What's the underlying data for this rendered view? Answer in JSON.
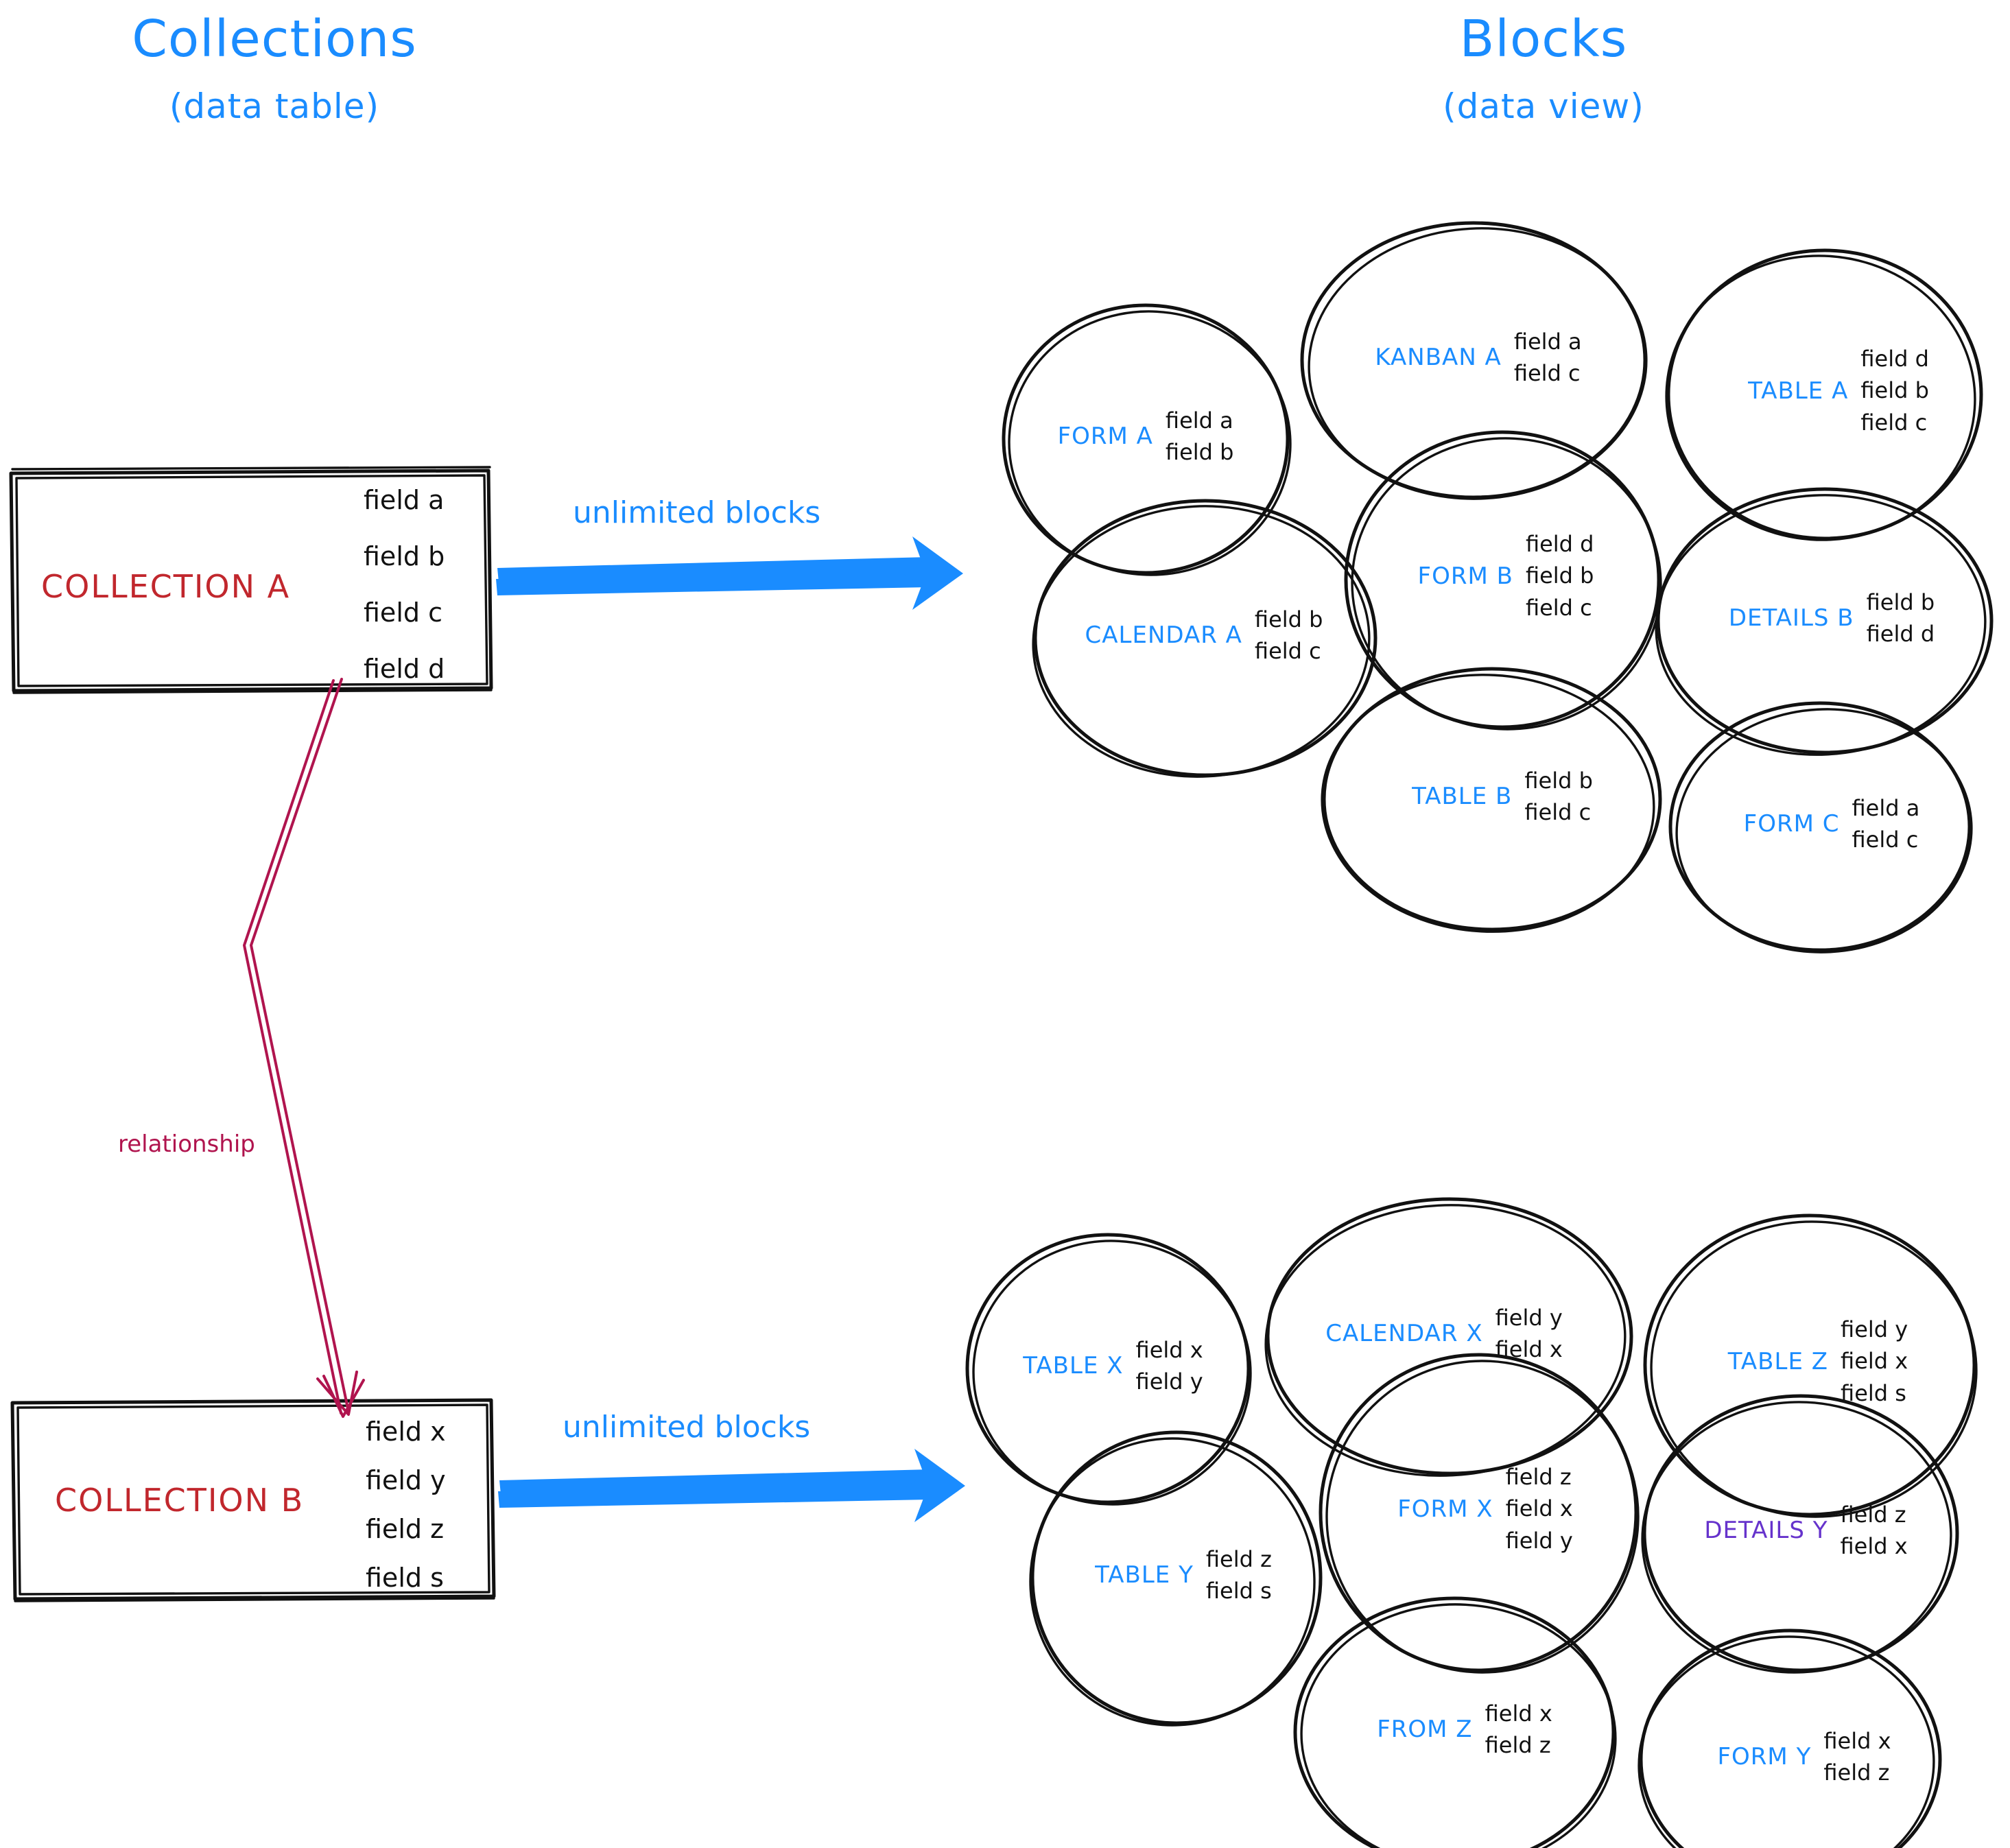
{
  "headers": {
    "left": {
      "title": "Collections",
      "subtitle": "(data table)"
    },
    "right": {
      "title": "Blocks",
      "subtitle": "(data view)"
    }
  },
  "colors": {
    "accent_blue": "#1a8cff",
    "collection_red": "#c1272d",
    "relationship_crimson": "#b0144e",
    "details_violet": "#6633cc",
    "stroke_black": "#111111",
    "background": "#ffffff"
  },
  "collections": [
    {
      "name": "COLLECTION A",
      "fields": [
        "field a",
        "field b",
        "field c",
        "field d"
      ],
      "arrow_label": "unlimited blocks"
    },
    {
      "name": "COLLECTION B",
      "fields": [
        "field x",
        "field y",
        "field z",
        "field s"
      ],
      "arrow_label": "unlimited blocks"
    }
  ],
  "relationship": {
    "label": "relationship"
  },
  "block_groups": [
    {
      "for_collection": "COLLECTION A",
      "blocks": [
        {
          "name": "FORM A",
          "fields": [
            "field a",
            "field b"
          ],
          "color": "blue"
        },
        {
          "name": "KANBAN A",
          "fields": [
            "field a",
            "field c"
          ],
          "color": "blue"
        },
        {
          "name": "TABLE A",
          "fields": [
            "field d",
            "field b",
            "field c"
          ],
          "color": "blue"
        },
        {
          "name": "CALENDAR A",
          "fields": [
            "field b",
            "field c"
          ],
          "color": "blue"
        },
        {
          "name": "FORM B",
          "fields": [
            "field d",
            "field b",
            "field c"
          ],
          "color": "blue"
        },
        {
          "name": "DETAILS B",
          "fields": [
            "field b",
            "field d"
          ],
          "color": "blue"
        },
        {
          "name": "TABLE B",
          "fields": [
            "field b",
            "field c"
          ],
          "color": "blue"
        },
        {
          "name": "FORM C",
          "fields": [
            "field a",
            "field c"
          ],
          "color": "blue"
        }
      ]
    },
    {
      "for_collection": "COLLECTION B",
      "blocks": [
        {
          "name": "TABLE X",
          "fields": [
            "field x",
            "field y"
          ],
          "color": "blue"
        },
        {
          "name": "CALENDAR X",
          "fields": [
            "field y",
            "field x"
          ],
          "color": "blue"
        },
        {
          "name": "TABLE Z",
          "fields": [
            "field y",
            "field x",
            "field s"
          ],
          "color": "blue"
        },
        {
          "name": "TABLE Y",
          "fields": [
            "field z",
            "field s"
          ],
          "color": "blue"
        },
        {
          "name": "FORM X",
          "fields": [
            "field z",
            "field x",
            "field y"
          ],
          "color": "blue"
        },
        {
          "name": "DETAILS Y",
          "fields": [
            "field z",
            "field x"
          ],
          "color": "violet"
        },
        {
          "name": "FROM Z",
          "fields": [
            "field x",
            "field z"
          ],
          "color": "blue"
        },
        {
          "name": "FORM Y",
          "fields": [
            "field x",
            "field z"
          ],
          "color": "blue"
        }
      ]
    }
  ]
}
